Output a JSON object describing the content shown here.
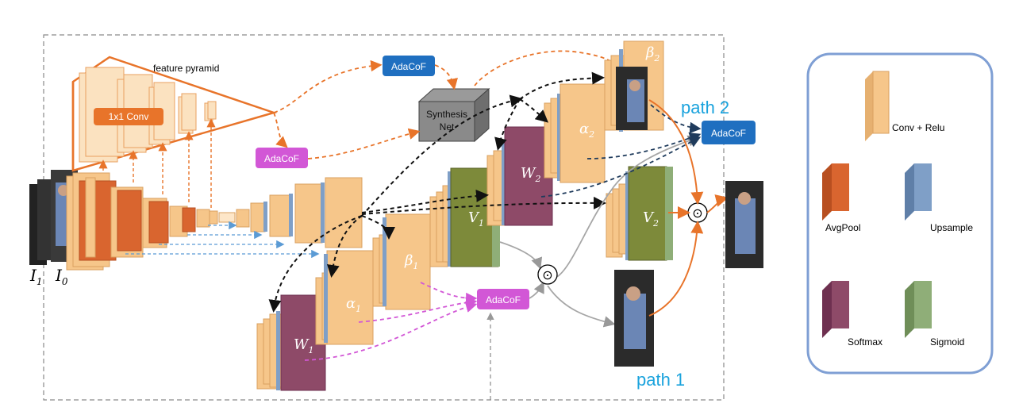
{
  "diagram": {
    "feature_pyramid_label": "feature pyramid",
    "conv1x1_label": "1x1 Conv",
    "adacof_label": "AdaCoF",
    "synthesis_net_label_line1": "Synthesis",
    "synthesis_net_label_line2": "Net",
    "path1_label": "path 1",
    "path2_label": "path 2",
    "dot_symbol": "⊙",
    "input_labels": {
      "i1_base": "I",
      "i1_sub": "1",
      "i0_base": "I",
      "i0_sub": "0"
    },
    "math_labels": {
      "alpha1": {
        "base": "α",
        "sub": "1"
      },
      "beta1": {
        "base": "β",
        "sub": "1"
      },
      "w1": {
        "base": "W",
        "sub": "1"
      },
      "v1": {
        "base": "V",
        "sub": "1"
      },
      "alpha2": {
        "base": "α",
        "sub": "2"
      },
      "beta2": {
        "base": "β",
        "sub": "2"
      },
      "w2": {
        "base": "W",
        "sub": "2"
      },
      "v2": {
        "base": "V",
        "sub": "2"
      }
    }
  },
  "legend": {
    "items": [
      {
        "label": "Conv + Relu",
        "color": "#f6c68a"
      },
      {
        "label": "AvgPool",
        "color": "#d9652f"
      },
      {
        "label": "Upsample",
        "color": "#7f9fc7"
      },
      {
        "label": "Softmax",
        "color": "#8e4a68"
      },
      {
        "label": "Sigmoid",
        "color": "#8fae78"
      }
    ]
  },
  "colors": {
    "conv": "#f6c68a",
    "avgpool": "#d9652f",
    "upsample": "#7f9fc7",
    "softmax": "#8e4a68",
    "sigmoid": "#8fae78",
    "adacof_blue": "#1f6fc0",
    "adacof_magenta": "#d257d6",
    "orange_arrow": "#e8742a",
    "path_label": "#1ba3dd",
    "legend_border": "#7f9fd4"
  }
}
